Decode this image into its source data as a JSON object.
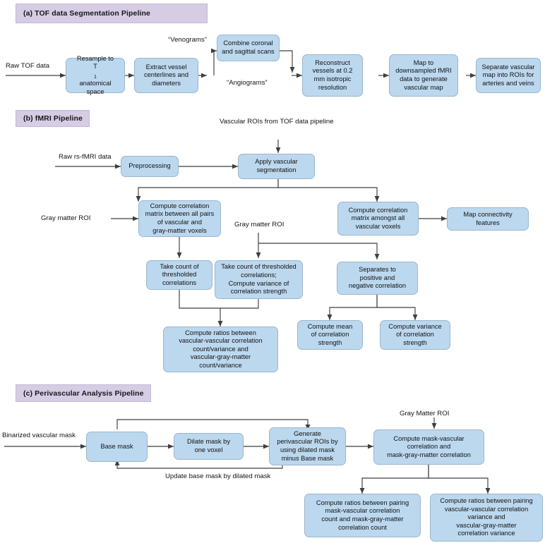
{
  "figure": {
    "type": "flowchart",
    "panels": [
      {
        "id": "a",
        "tag": "(a)",
        "title": "TOF data Segmentation Pipeline",
        "banner_label": "(a) TOF data Segmentation Pipeline"
      },
      {
        "id": "b",
        "tag": "(b)",
        "title": "fMRI Pipeline",
        "banner_label": "(b)     fMRI Pipeline"
      },
      {
        "id": "c",
        "tag": "(c)",
        "title": "Perivascular Analysis Pipeline",
        "banner_label": "(c)  Perivascular Analysis Pipeline"
      }
    ]
  },
  "panel_a": {
    "input_label": "Raw TOF data",
    "edge_labels": {
      "venograms": "“Venograms”",
      "angiograms": "“Angiograms”"
    },
    "nodes": [
      {
        "id": "a1",
        "line1": "Resample to",
        "line2_pre": "T",
        "line2_sub": "1",
        "line2_post": " anatomical",
        "line3": "space"
      },
      {
        "id": "a2",
        "line1": "Extract vessel",
        "line2": "centerlines and",
        "line3": "diameters"
      },
      {
        "id": "a3",
        "line1": "Combine coronal",
        "line2": "and sagittal scans"
      },
      {
        "id": "a4",
        "line1": "Reconstruct",
        "line2": "vessels at 0.2",
        "line3": "mm isotropic",
        "line4": "resolution"
      },
      {
        "id": "a5",
        "line1": "Map to",
        "line2": "downsampled fMRI",
        "line3": "data to generate",
        "line4": "vascular map"
      },
      {
        "id": "a6",
        "line1": "Separate vascular",
        "line2": "map into ROIs for",
        "line3": "arteries and veins"
      }
    ]
  },
  "panel_b": {
    "input_label": "Raw rs-fMRI data",
    "top_label": "Vascular ROIs from TOF data pipeline",
    "gray_matter_roi_left": "Gray matter ROI",
    "gray_matter_roi_mid": "Gray matter ROI",
    "nodes": [
      {
        "id": "b1",
        "line1": "Preprocessing"
      },
      {
        "id": "b2",
        "line1": "Apply vascular",
        "line2": "segmentation"
      },
      {
        "id": "b3",
        "line1": "Compute correlation",
        "line2": "matrix between all pairs",
        "line3": "of vascular and",
        "line4": "gray-matter voxels"
      },
      {
        "id": "b4",
        "line1": "Compute correlation",
        "line2": "matrix amongst all",
        "line3": "vascular voxels"
      },
      {
        "id": "b5",
        "line1": "Map connectivity",
        "line2": "features"
      },
      {
        "id": "b6",
        "line1": "Take count of",
        "line2": "thresholded",
        "line3": "correlations"
      },
      {
        "id": "b7",
        "line1": "Take count of thresholded",
        "line2": "correlations;",
        "line3": "Compute variance of",
        "line4": "correlation strength"
      },
      {
        "id": "b8",
        "line1": "Separates to",
        "line2": "positive and",
        "line3": "negative correlation"
      },
      {
        "id": "b9",
        "line1": "Compute mean",
        "line2": "of correlation",
        "line3": "strength"
      },
      {
        "id": "b10",
        "line1": "Compute variance",
        "line2": "of correlation",
        "line3": "strength"
      },
      {
        "id": "b11",
        "line1": "Compute ratios between",
        "line2": "vascular-vascular correlation",
        "line3": "count/variance and",
        "line4": "vascular-gray-matter",
        "line5": "count/variance"
      }
    ]
  },
  "panel_c": {
    "input_label": "Binarized vascular mask",
    "gray_matter_roi": "Gray Matter ROI",
    "feedback_label": "Update base mask by dilated mask",
    "nodes": [
      {
        "id": "c1",
        "line1": "Base mask"
      },
      {
        "id": "c2",
        "line1": "Dilate mask by",
        "line2": "one voxel"
      },
      {
        "id": "c3",
        "line1": "Generate",
        "line2": "perivascular ROIs by",
        "line3": "using dilated mask",
        "line4": "minus Base mask"
      },
      {
        "id": "c4",
        "line1": "Compute mask-vascular",
        "line2": "correlation and",
        "line3": "mask-gray-matter correlation"
      },
      {
        "id": "c5",
        "line1": "Compute ratios between pairing",
        "line2": "mask-vascular correlation",
        "line3": "count and mask-gray-matter",
        "line4": "correlation count"
      },
      {
        "id": "c6",
        "line1": "Compute ratios between pairing",
        "line2": "vascular-vascular correlation",
        "line3": "variance and",
        "line4": "vascular-gray-matter",
        "line5": "correlation variance"
      }
    ]
  },
  "colors": {
    "banner_fill": "#d6cde4",
    "node_fill": "#bcd8ef",
    "node_stroke": "#9bb6cc",
    "line": "#3f3f3f",
    "text": "#121212",
    "background": "#ffffff"
  }
}
